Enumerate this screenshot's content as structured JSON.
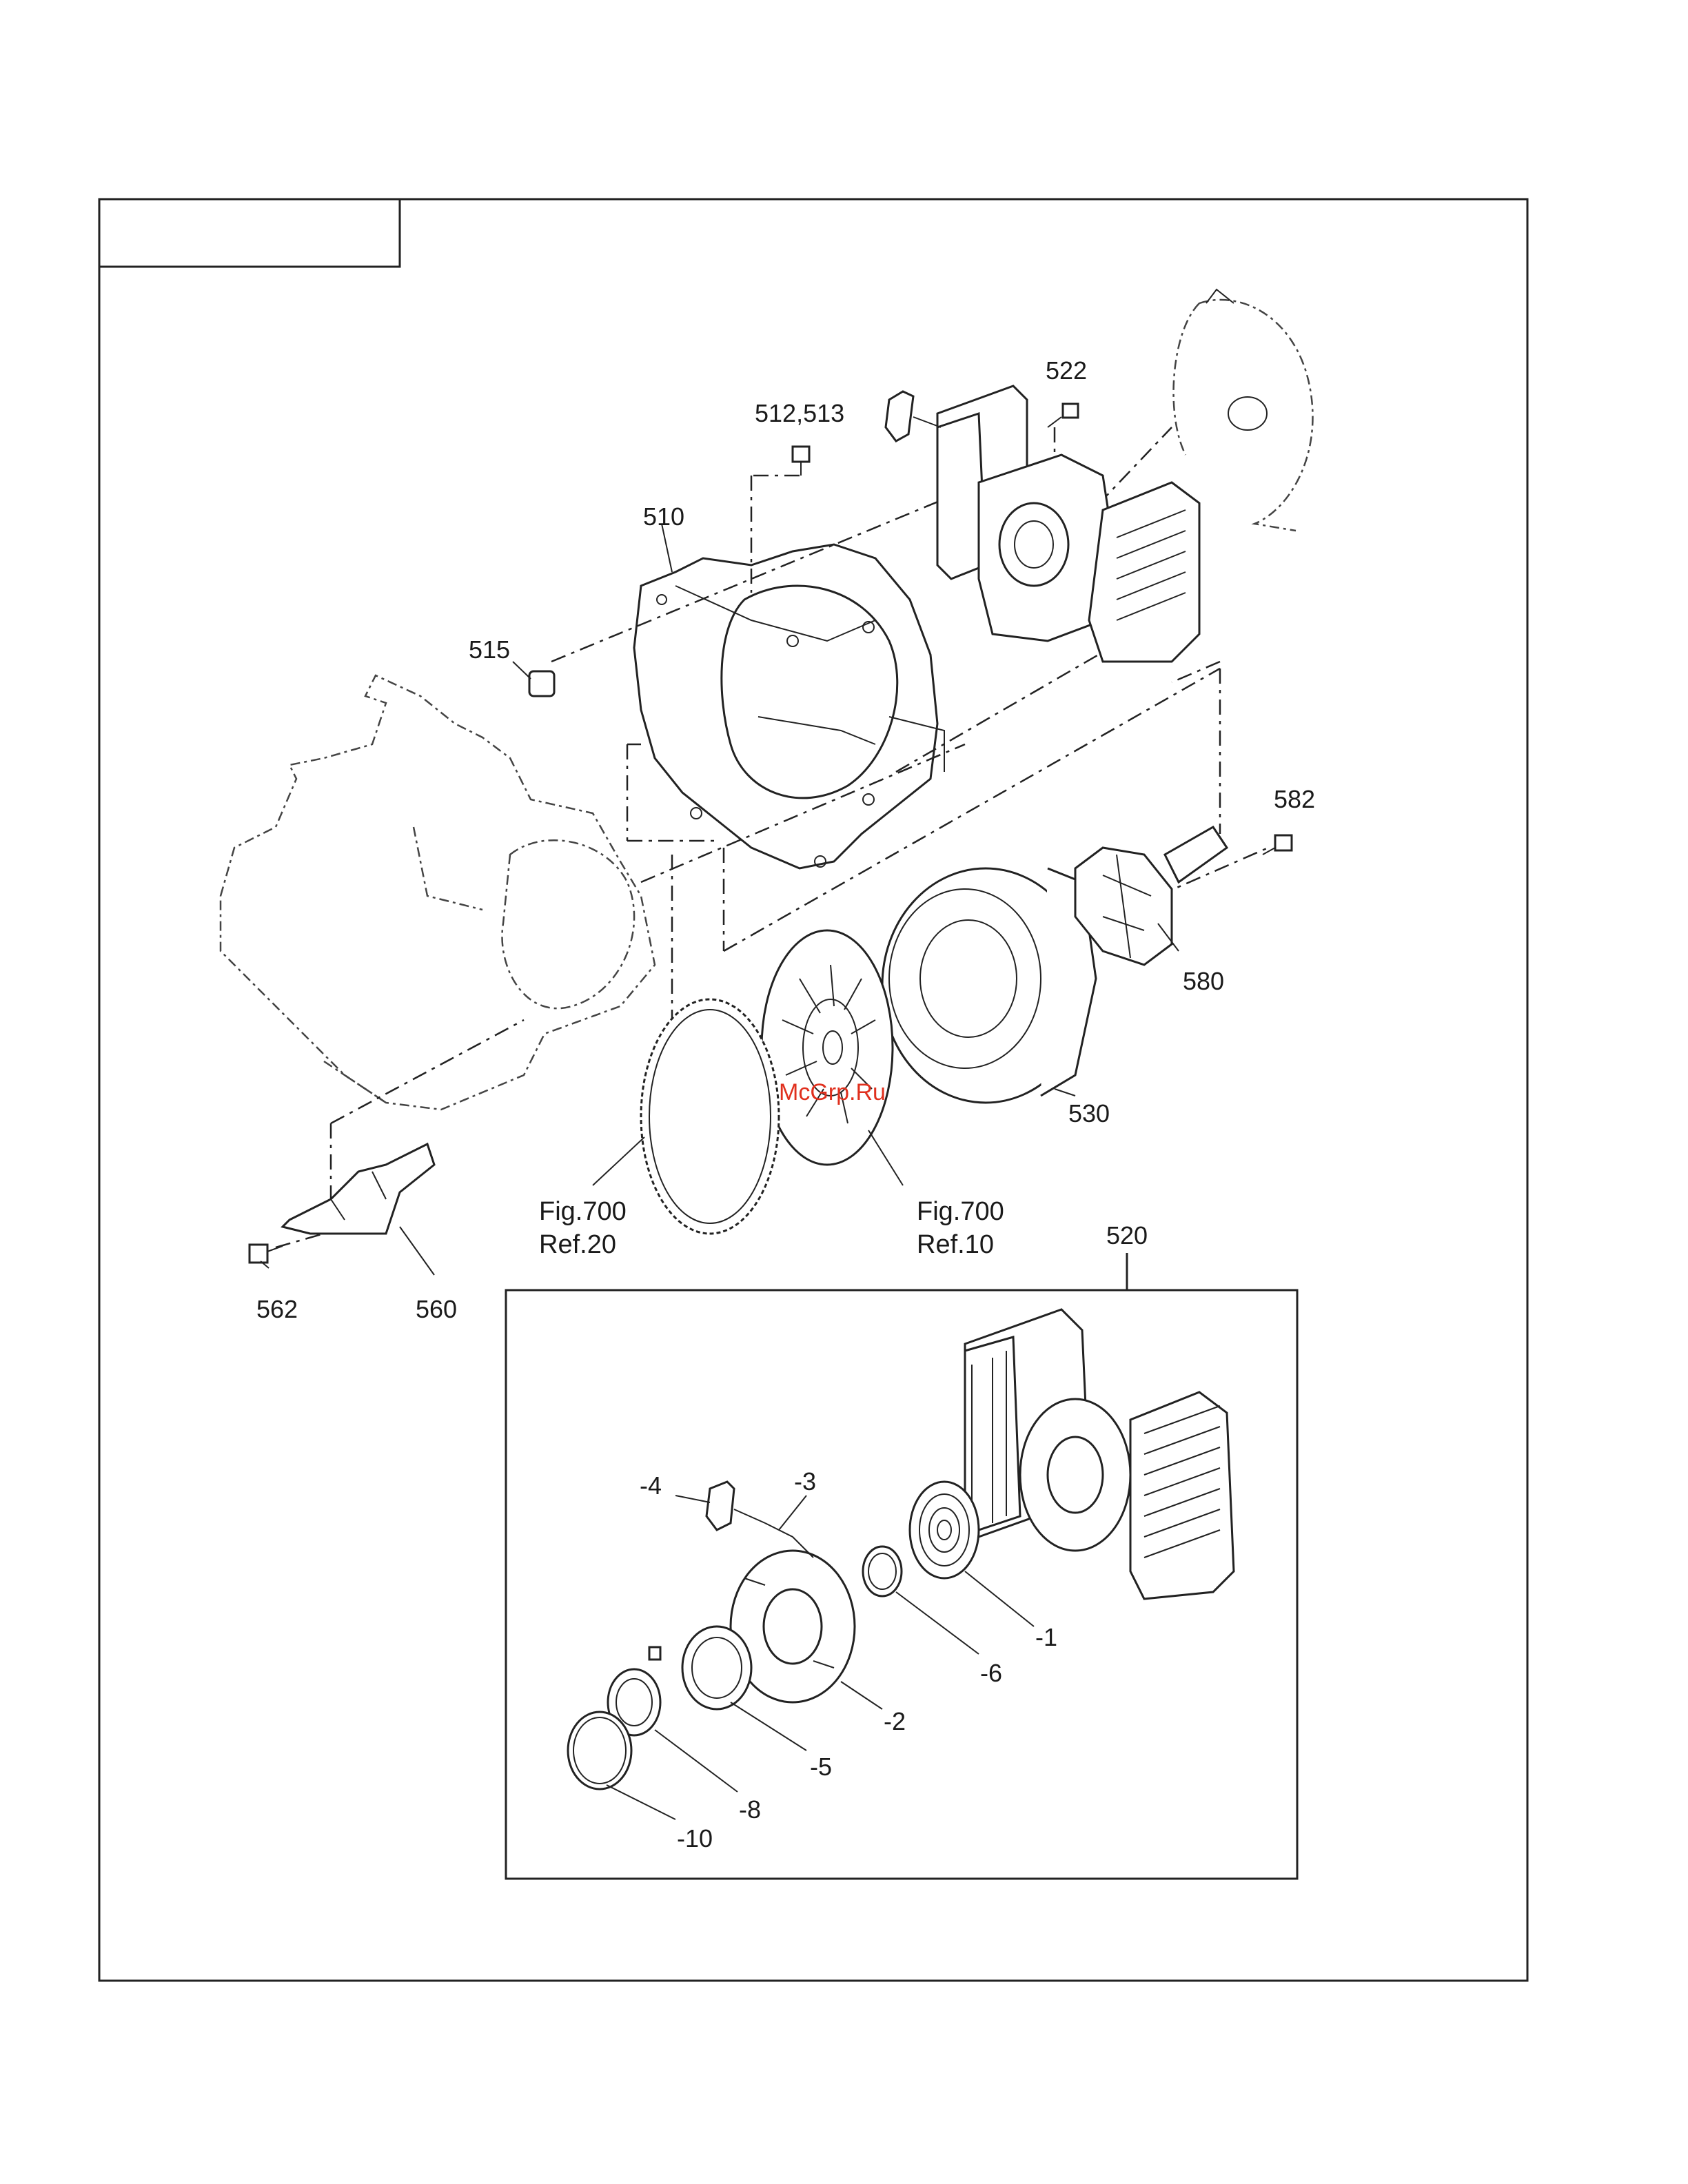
{
  "labels": {
    "l512": "512,513",
    "l522": "522",
    "l510": "510",
    "l515": "515",
    "l582": "582",
    "l580": "580",
    "l530": "530",
    "fig700a_line1": "Fig.700",
    "fig700a_line2": "Ref.20",
    "fig700b_line1": "Fig.700",
    "fig700b_line2": "Ref.10",
    "l520": "520",
    "l562": "562",
    "l560": "560",
    "s4": "-4",
    "s3": "-3",
    "s1": "-1",
    "s6": "-6",
    "s2": "-2",
    "s5": "-5",
    "s8": "-8",
    "s10": "-10"
  },
  "watermark": "McGrp.Ru",
  "colors": {
    "line": "#222222",
    "watermark": "#e0301e",
    "paper": "#ffffff"
  }
}
